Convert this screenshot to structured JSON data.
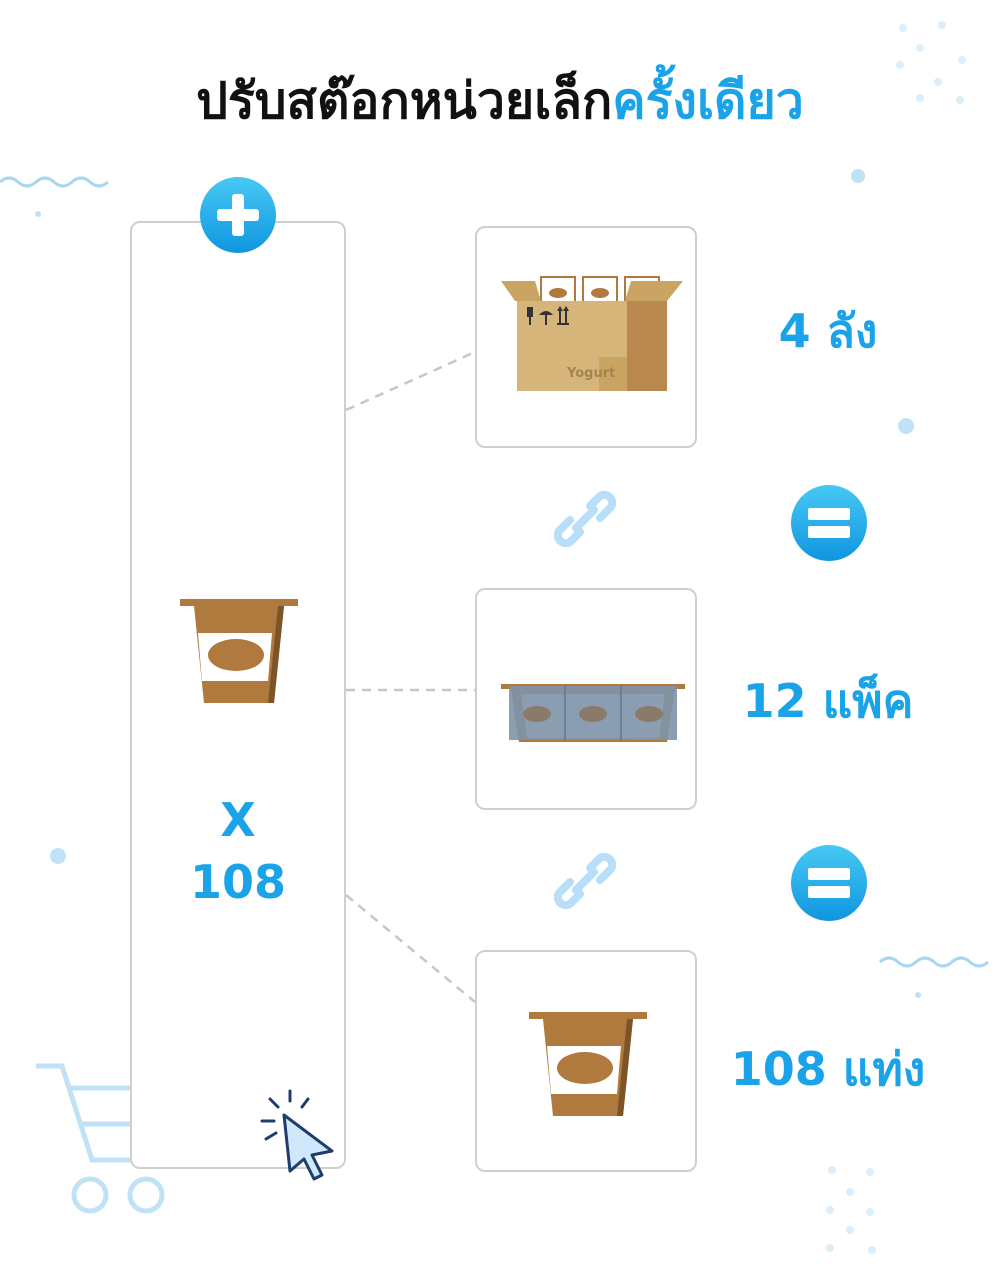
{
  "title": {
    "main": "ปรับสต๊อกหน่วยเล็ก",
    "highlight": "ครั้งเดียว"
  },
  "main_panel": {
    "multiplier_symbol": "X",
    "multiplier_value": "108"
  },
  "units": [
    {
      "quantity_label": "4 ลัง",
      "box_text": "Yogurt"
    },
    {
      "quantity_label": "12 แพ็ค"
    },
    {
      "quantity_label": "108 แท่ง"
    }
  ],
  "colors": {
    "accent": "#1aa3e8",
    "yogurt_brown": "#b07a3e",
    "box_tan": "#d6b57a"
  },
  "icons": [
    "plus-icon",
    "link-icon",
    "equals-icon",
    "cursor-click-icon",
    "shopping-cart-icon"
  ]
}
